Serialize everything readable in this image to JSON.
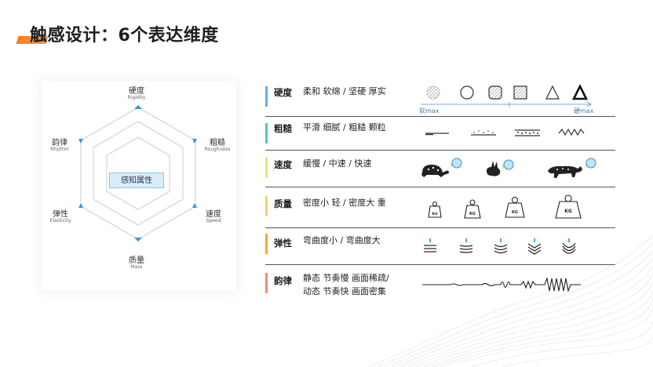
{
  "title": "触感设计：6个表达维度",
  "hexagon": {
    "center": "感知属性",
    "vertices": [
      {
        "zh": "硬度",
        "en": "Rigidity"
      },
      {
        "zh": "粗糙",
        "en": "Roughness"
      },
      {
        "zh": "速度",
        "en": "Speed"
      },
      {
        "zh": "质量",
        "en": "Mass"
      },
      {
        "zh": "弹性",
        "en": "Elasticity"
      },
      {
        "zh": "韵律",
        "en": "Rhythm"
      }
    ]
  },
  "rows": [
    {
      "name": "硬度",
      "desc": "柔和 软绵 / 坚硬 厚实",
      "color": "#6aa8e6"
    },
    {
      "name": "粗糙",
      "desc": "平滑 细腻 / 粗糙 颗粒",
      "color": "#4fc9c2"
    },
    {
      "name": "速度",
      "desc": "缓慢 / 中速 / 快速",
      "color": "#dfe87a"
    },
    {
      "name": "质量",
      "desc": "密度小 轻 / 密度大 重",
      "color": "#f3d36a"
    },
    {
      "name": "弹性",
      "desc": "弯曲度小 / 弯曲度大",
      "color": "#f3a63a"
    },
    {
      "name": "韵律",
      "desc_line1": "静态 节奏慢 画面稀疏/",
      "desc_line2": "动态 节奏快 画面密集",
      "color": "#f08a7a"
    }
  ],
  "hardness_axis": {
    "left": "软max",
    "right": "硬max"
  },
  "weight_label": "KG",
  "colors": {
    "accent": "#ff7a1a",
    "hex_line": "#d8d8d8",
    "marker": "#2a9be0"
  }
}
